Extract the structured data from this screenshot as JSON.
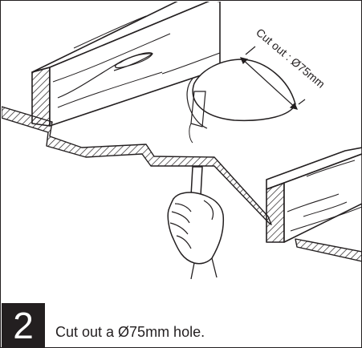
{
  "illustration": {
    "dimension_label": "Cut out : Ø75mm"
  },
  "step": {
    "number": "2",
    "caption": "Cut out a Ø75mm hole."
  },
  "colors": {
    "line": "#231f20",
    "background": "#ffffff",
    "badge": "#231f20"
  }
}
